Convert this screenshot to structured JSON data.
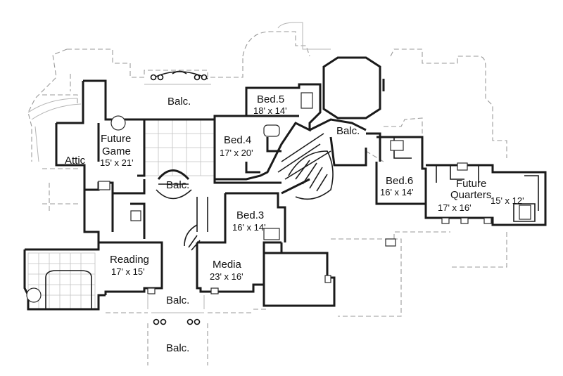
{
  "rooms": {
    "bed5": {
      "name": "Bed.5",
      "dims": "18' x 14'"
    },
    "bed4": {
      "name": "Bed.4",
      "dims": "17' x 20'"
    },
    "bed3": {
      "name": "Bed.3",
      "dims": "16' x 14'"
    },
    "bed6": {
      "name": "Bed.6",
      "dims": "16' x 14'"
    },
    "future_game": {
      "name_line1": "Future",
      "name_line2": "Game",
      "dims": "15' x 21'"
    },
    "future_quarters": {
      "name_line1": "Future",
      "name_line2": "Quarters",
      "dims1": "17' x 16'",
      "dims2": "15' x 12'"
    },
    "reading": {
      "name": "Reading",
      "dims": "17' x 15'"
    },
    "media": {
      "name": "Media",
      "dims": "23' x 16'"
    },
    "attic": {
      "name": "Attic"
    }
  },
  "balconies": {
    "top": "Balc.",
    "center": "Balc.",
    "octagon": "Balc.",
    "front": "Balc.",
    "bottom": "Balc."
  }
}
